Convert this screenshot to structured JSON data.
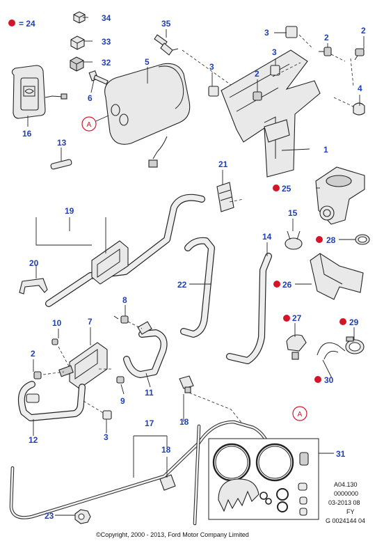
{
  "legend": {
    "marker_color": "#d5142a",
    "text": "= 24"
  },
  "callouts": {
    "c1": "1",
    "c2a": "2",
    "c2b": "2",
    "c2c": "2",
    "c2d": "2",
    "c3a": "3",
    "c3b": "3",
    "c3c": "3",
    "c4": "4",
    "c5": "5",
    "c6": "6",
    "c7": "7",
    "c8": "8",
    "c9": "9",
    "c10": "10",
    "c11": "11",
    "c12": "12",
    "c13": "13",
    "c14": "14",
    "c15": "15",
    "c16": "16",
    "c17": "17",
    "c18a": "18",
    "c18b": "18",
    "c19": "19",
    "c20": "20",
    "c21": "21",
    "c22": "22",
    "c23": "23",
    "c25": "25",
    "c26": "26",
    "c27": "27",
    "c28": "28",
    "c29": "29",
    "c30": "30",
    "c31": "31",
    "c32": "32",
    "c33": "33",
    "c34": "34",
    "c35": "35"
  },
  "refs": {
    "a1": "A",
    "a2": "A"
  },
  "meta": {
    "line1": "A04.130",
    "line2": "0000000",
    "line3": "03-2013 08",
    "line4": "FY",
    "line5": "G 0024144 04"
  },
  "copyright": "©Copyright, 2000 - 2013, Ford Motor Company Limited",
  "colors": {
    "callout": "#1f3fb5",
    "marker": "#d5142a",
    "line": "#222222"
  }
}
